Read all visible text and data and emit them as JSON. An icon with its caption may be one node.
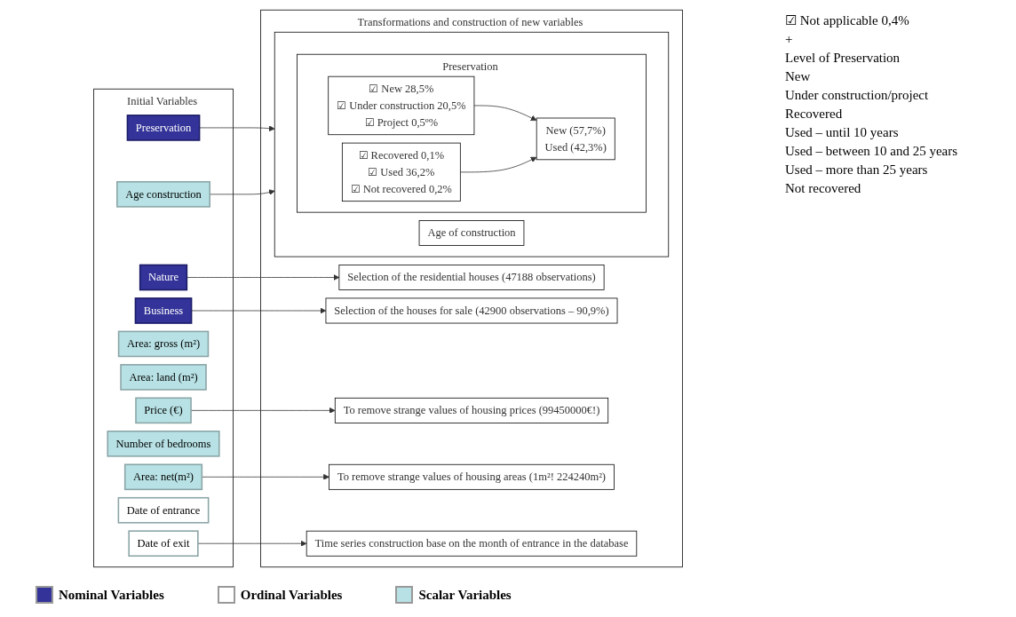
{
  "diagram": {
    "nodes": [
      {
        "text": [
          "Initial Variables"
        ]
      },
      {
        "text": [
          "Nature"
        ],
        "in": 0
      },
      {
        "text": [
          "Business"
        ],
        "in": 0
      },
      {
        "text": [
          "Price (€)"
        ],
        "in": 0
      },
      {
        "text": [
          "Area: net(m²)"
        ],
        "in": 0
      },
      {
        "text": [
          "Area: gross (m²)"
        ],
        "in": 0
      },
      {
        "text": [
          "Area: land (m²)"
        ],
        "in": 0
      },
      {
        "text": [
          "Preservation"
        ],
        "in": 0
      },
      {
        "text": [
          "Number of bedrooms"
        ],
        "in": 0
      },
      {
        "text": [
          "Age construction"
        ],
        "in": 0
      },
      {
        "text": [
          "Date of entrance"
        ],
        "in": 0
      },
      {
        "text": [
          "Date of exit"
        ],
        "in": 0
      },
      {
        "text": [
          "Transformations and construction of new variables"
        ]
      },
      {
        "text": [
          "Selection of the residential houses (47188 observations)"
        ],
        "in": 12
      },
      {
        "text": [
          "Selection of the houses for sale (42900 observations – 90,9%)"
        ],
        "in": 12
      },
      {
        "text": [
          "To remove strange values of housing prices (99450000€!)"
        ],
        "in": 12
      },
      {
        "text": [
          "To remove strange values of housing areas (1m²! 224240m²)"
        ],
        "in": 12
      },
      {
        "text": [],
        "shape": "box",
        "in": 12
      },
      {
        "text": [
          "Preservation"
        ],
        "in": 17
      },
      {
        "text": [
          "☑ New 28,5%",
          "☑ Under construction 20,5%",
          "☑ Project 0,5º%"
        ],
        "in": 18
      },
      {
        "text": [
          "☑ Recovered 0,1%",
          "☑ Used 36,2%",
          "☑ Not recovered 0,2%"
        ],
        "in": 18
      },
      {
        "text": [
          "New (57,7%)",
          "Used (42,3%)"
        ],
        "in": 18
      },
      {
        "text": [
          "Age of construction"
        ],
        "in": 17
      },
      {
        "text": [
          "Time series construction base on the month of entrance in the database"
        ],
        "in": 12
      }
    ],
    "edges": [
      {
        "from": 1,
        "to": 13,
        "arrow": "to"
      },
      {
        "from": 2,
        "to": 14,
        "arrow": "to"
      },
      {
        "from": 3,
        "to": 15,
        "arrow": "to"
      },
      {
        "from": 4,
        "to": 16,
        "arrow": "to"
      },
      {
        "from": 7,
        "to": 17,
        "arrow": "to"
      },
      {
        "from": 9,
        "to": 17,
        "arrow": "to"
      },
      {
        "from": 11,
        "to": 23,
        "arrow": "to"
      },
      {
        "from": 19,
        "to": 21,
        "arrow": "to"
      },
      {
        "from": 20,
        "to": 21,
        "arrow": "to"
      }
    ],
    "labels": [
      "☑ Not applicable 0,4%",
      "+",
      "Level of Preservation",
      "New",
      "Under construction/project",
      "Recovered",
      "Used – until 10 years",
      "Used – between 10 and 25 years",
      "Used – more than 25 years",
      "Not recovered"
    ],
    "legend": [
      {
        "text": "Nominal Variables",
        "color": "#333399"
      },
      {
        "text": "Ordinal Variables",
        "color": "#ffffff"
      },
      {
        "text": "Scalar Variables",
        "color": "#b7e1e4"
      }
    ]
  }
}
